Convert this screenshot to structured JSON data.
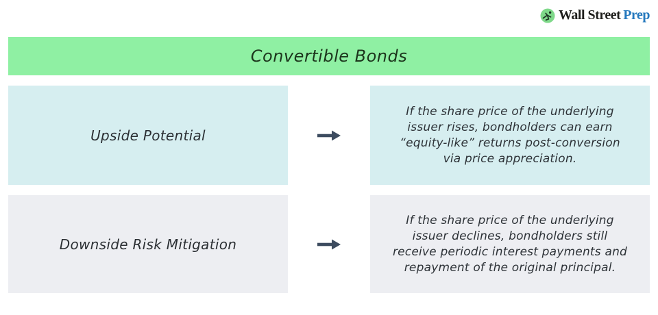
{
  "logo": {
    "brand_part1": "Wall Street",
    "brand_part2": "Prep",
    "icon": "runner-in-green-circle-icon",
    "brand_color_primary": "#1e1e1c",
    "brand_color_accent": "#2478bd",
    "icon_bg_color": "#7fd98a"
  },
  "header": {
    "title": "Convertible Bonds",
    "bg_color": "#8ff0a3",
    "text_color": "#1c351c"
  },
  "rows": [
    {
      "label": "Upside Potential",
      "description": "If the share price of the underlying issuer rises, bondholders can earn “equity-like” returns post-conversion via price appreciation.",
      "bg_color": "#d6eef0"
    },
    {
      "label": "Downside Risk Mitigation",
      "description": "If the share price of the underlying issuer declines, bondholders still receive periodic interest payments and repayment of the original principal.",
      "bg_color": "#edeef2"
    }
  ],
  "arrow": {
    "direction": "right",
    "color": "#3c4b5f"
  }
}
